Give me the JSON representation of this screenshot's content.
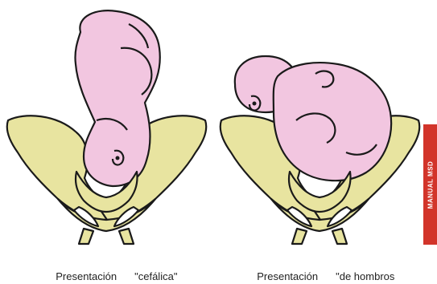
{
  "captions": {
    "left_word": "Presentación",
    "left_quote": "\"cefálica\"",
    "right_word": "Presentación",
    "right_quote": "\"de hombros"
  },
  "badge": {
    "text": "MANUAL MSD"
  },
  "colors": {
    "pelvis_fill": "#e8e4a0",
    "fetus_fill": "#f2c6e0",
    "outline": "#1a1a1a",
    "badge_bg": "#d2342a"
  },
  "icons": [
    "pelvis-illustration",
    "fetus-illustration"
  ]
}
